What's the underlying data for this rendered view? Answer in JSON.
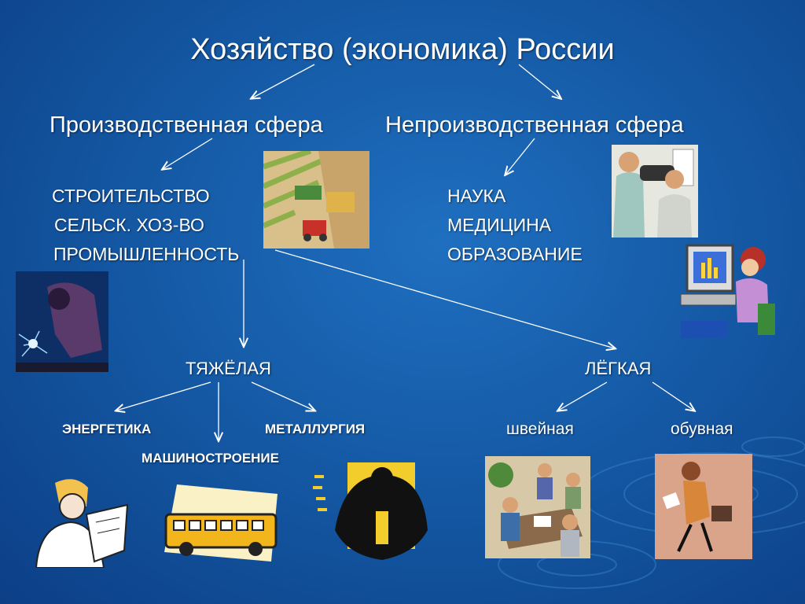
{
  "title": "Хозяйство (экономика) России",
  "spheres": {
    "production": "Производственная  сфера",
    "nonproduction": "Непроизводственная  сфера"
  },
  "production_items": [
    "СТРОИТЕЛЬСТВО",
    "СЕЛЬСК. ХОЗ-ВО",
    "ПРОМЫШЛЕННОСТЬ"
  ],
  "nonproduction_items": [
    "НАУКА",
    "МЕДИЦИНА",
    "ОБРАЗОВАНИЕ"
  ],
  "industry": {
    "heavy": "ТЯЖЁЛАЯ",
    "light": "ЛЁГКАЯ",
    "heavy_branches": [
      "ЭНЕРГЕТИКА",
      "МАШИНОСТРОЕНИЕ",
      "МЕТАЛЛУРГИЯ"
    ],
    "light_branches": [
      "швейная",
      "обувная"
    ]
  },
  "illustrations": [
    "farm-field-clipart",
    "optometrist-clipart",
    "welder-clipart",
    "office-worker-computer-clipart",
    "engineer-blueprint-clipart",
    "school-bus-clipart",
    "metallurgy-clipart",
    "meeting-clipart",
    "businesswoman-clipart"
  ],
  "colors": {
    "background": "#155aa6",
    "text": "#ffffff",
    "arrow": "#ffffff"
  }
}
